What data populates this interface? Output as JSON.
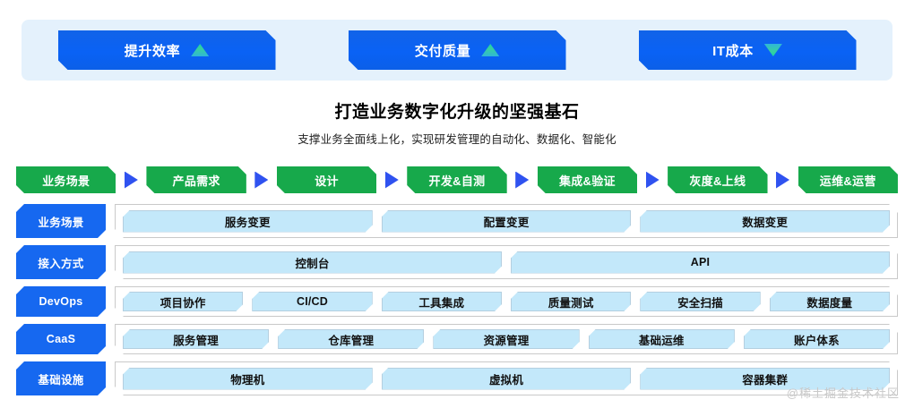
{
  "banner": {
    "buttons": [
      {
        "label": "提升效率",
        "arrow": "triangle-up-icon",
        "direction": "up"
      },
      {
        "label": "交付质量",
        "arrow": "triangle-up-icon",
        "direction": "up"
      },
      {
        "label": "IT成本",
        "arrow": "triangle-down-icon",
        "direction": "down"
      }
    ]
  },
  "heading": {
    "title": "打造业务数字化升级的坚强基石",
    "subtitle": "支撑业务全面线上化，实现研发管理的自动化、数据化、智能化"
  },
  "pipeline": {
    "stages": [
      {
        "label": "业务场景"
      },
      {
        "label": "产品需求"
      },
      {
        "label": "设计"
      },
      {
        "label": "开发&自测"
      },
      {
        "label": "集成&验证"
      },
      {
        "label": "灰度&上线"
      },
      {
        "label": "运维&运营"
      }
    ],
    "separator": "arrow-right-icon"
  },
  "layers": [
    {
      "key": "业务场景",
      "items": [
        "服务变更",
        "配置变更",
        "数据变更"
      ]
    },
    {
      "key": "接入方式",
      "items": [
        "控制台",
        "API"
      ]
    },
    {
      "key": "DevOps",
      "items": [
        "项目协作",
        "CI/CD",
        "工具集成",
        "质量测试",
        "安全扫描",
        "数据度量"
      ]
    },
    {
      "key": "CaaS",
      "items": [
        "服务管理",
        "仓库管理",
        "资源管理",
        "基础运维",
        "账户体系"
      ]
    },
    {
      "key": "基础设施",
      "items": [
        "物理机",
        "虚拟机",
        "容器集群"
      ]
    }
  ],
  "watermark": "@稀土掘金技术社区",
  "colors": {
    "banner_bg": "#e4f1fc",
    "button_blue": "#0a62f5",
    "arrow_green": "#19d6a8",
    "stage_green": "#17a94b",
    "stage_arrow_blue": "#2f52f0",
    "layer_key_blue": "#1668f0",
    "chip_blue": "#c3e8fa",
    "chip_border": "#b4cfe0",
    "row_border": "#c9c9c9",
    "watermark": "#c9c9c9"
  }
}
